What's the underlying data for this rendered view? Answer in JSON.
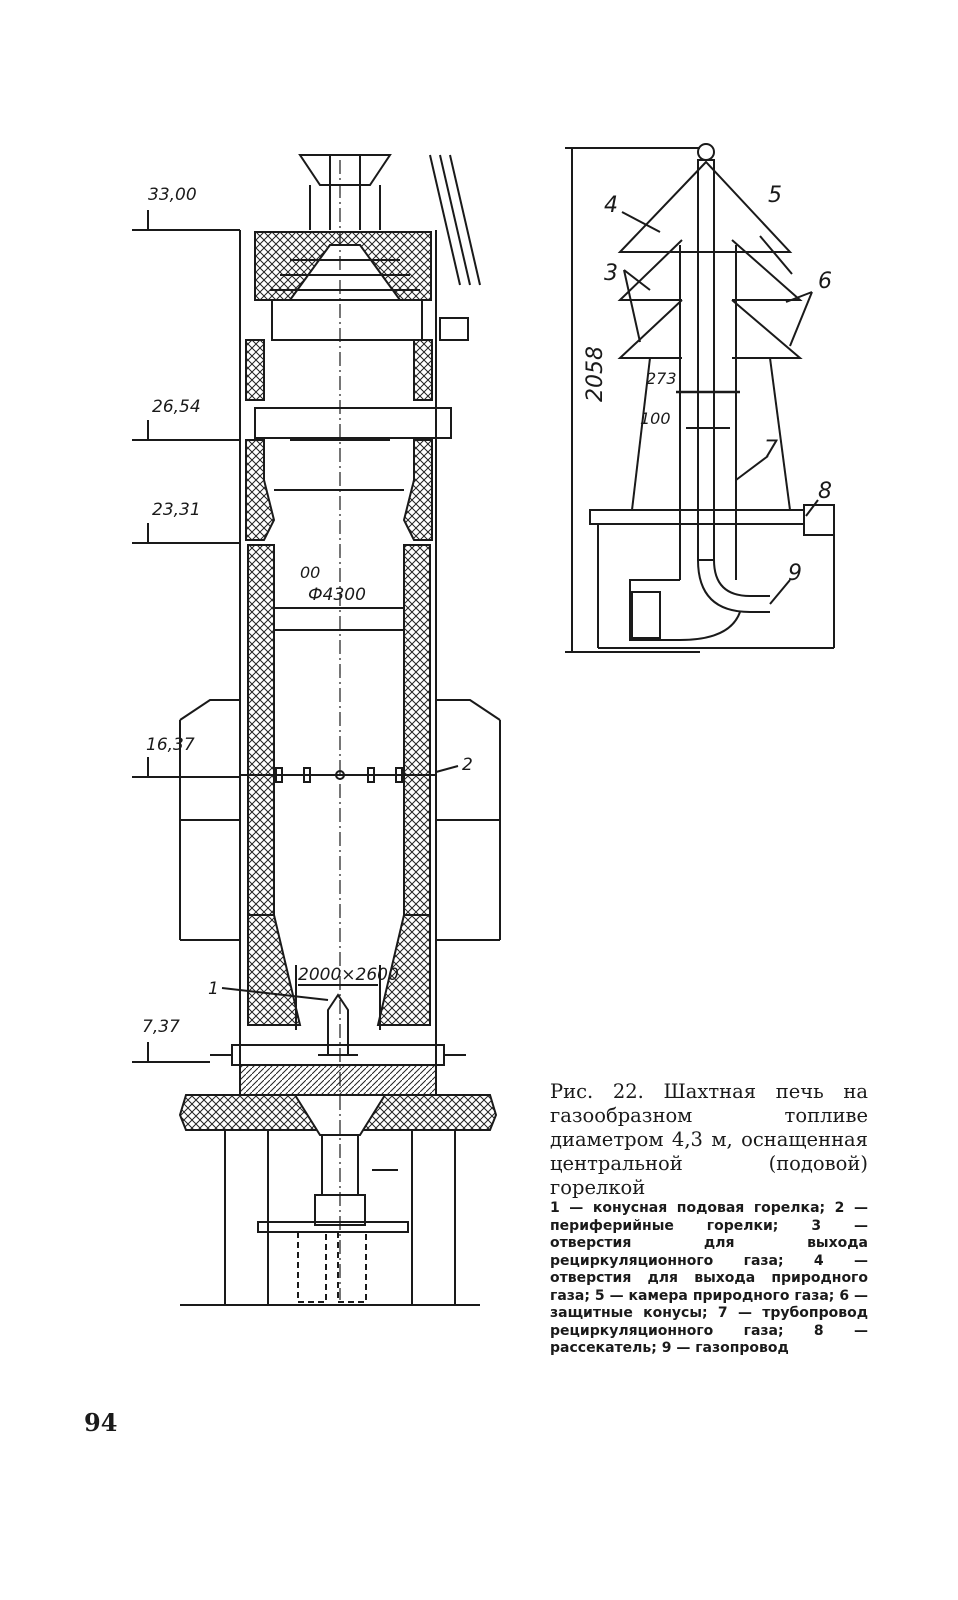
{
  "left_figure": {
    "elevations": [
      "33,00",
      "26,54",
      "23,31",
      "16,37",
      "7,37"
    ],
    "diameter_label": "Ф4300",
    "opening_label": "2000×2600",
    "small_mark": "00",
    "callout_1": "1",
    "callout_2": "2"
  },
  "right_figure": {
    "height_dim": "2058",
    "dim_273": "273",
    "dim_100": "100",
    "callout_3": "3",
    "callout_4": "4",
    "callout_5": "5",
    "callout_6": "6",
    "callout_7": "7",
    "callout_8": "8",
    "callout_9": "9"
  },
  "caption": {
    "text": "Рис. 22. Шахтная печь на газообразном топливе диаметром 4,3 м, оснащенная центральной (подовой) горелкой"
  },
  "legend": {
    "text": "1 — конусная подовая горелка; 2 — периферийные горелки; 3 — отверстия для выхода рециркуляционного газа; 4 — отверстия для выхода природного газа; 5 — камера природного газа; 6 — защитные конусы; 7 — трубопровод рециркуляционного газа; 8 — рассекатель; 9 — газопровод"
  },
  "page_number": "94"
}
